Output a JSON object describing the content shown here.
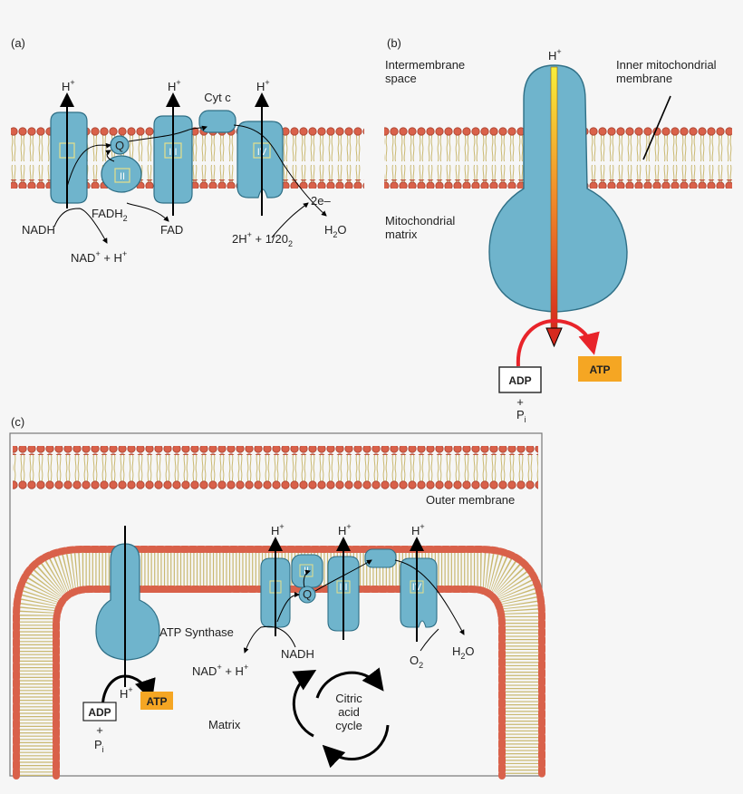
{
  "panels": {
    "a": "(a)",
    "b": "(b)",
    "c": "(c)"
  },
  "panel_a": {
    "hplus": "H",
    "plus_sup": "+",
    "complex_labels": [
      "I",
      "II",
      "III",
      "IV"
    ],
    "q": "Q",
    "cytc": "Cyt c",
    "nadh": "NADH",
    "nad_plus": "NAD",
    "plus_h": " + H",
    "fadh": "FADH",
    "sub2": "2",
    "fad": "FAD",
    "two_h": "2H",
    "half_o2": " + 1/20",
    "two_e": "2e–",
    "h2o_h": "H",
    "h2o_o": "O"
  },
  "panel_b": {
    "intermembrane_line1": "Intermembrane",
    "intermembrane_line2": "space",
    "inner_line1": "Inner mitochondrial",
    "inner_line2": "membrane",
    "matrix_line1": "Mitochondrial",
    "matrix_line2": "matrix",
    "adp": "ADP",
    "atp": "ATP",
    "plus": "+",
    "p": "P",
    "i": "i"
  },
  "panel_c": {
    "outer_membrane": "Outer membrane",
    "atp_synthase": "ATP Synthase",
    "adp": "ADP",
    "atp": "ATP",
    "matrix": "Matrix",
    "nadh": "NADH",
    "nad": "NAD",
    "plus_h": " + H",
    "o2_o": "O",
    "citric_line1": "Citric",
    "citric_line2": "acid",
    "citric_line3": "cycle"
  },
  "colors": {
    "protein": "#6fb4cc",
    "protein_stroke": "#2f6f86",
    "lipid_head": "#d9614a",
    "atp_fill": "#f5a623"
  }
}
